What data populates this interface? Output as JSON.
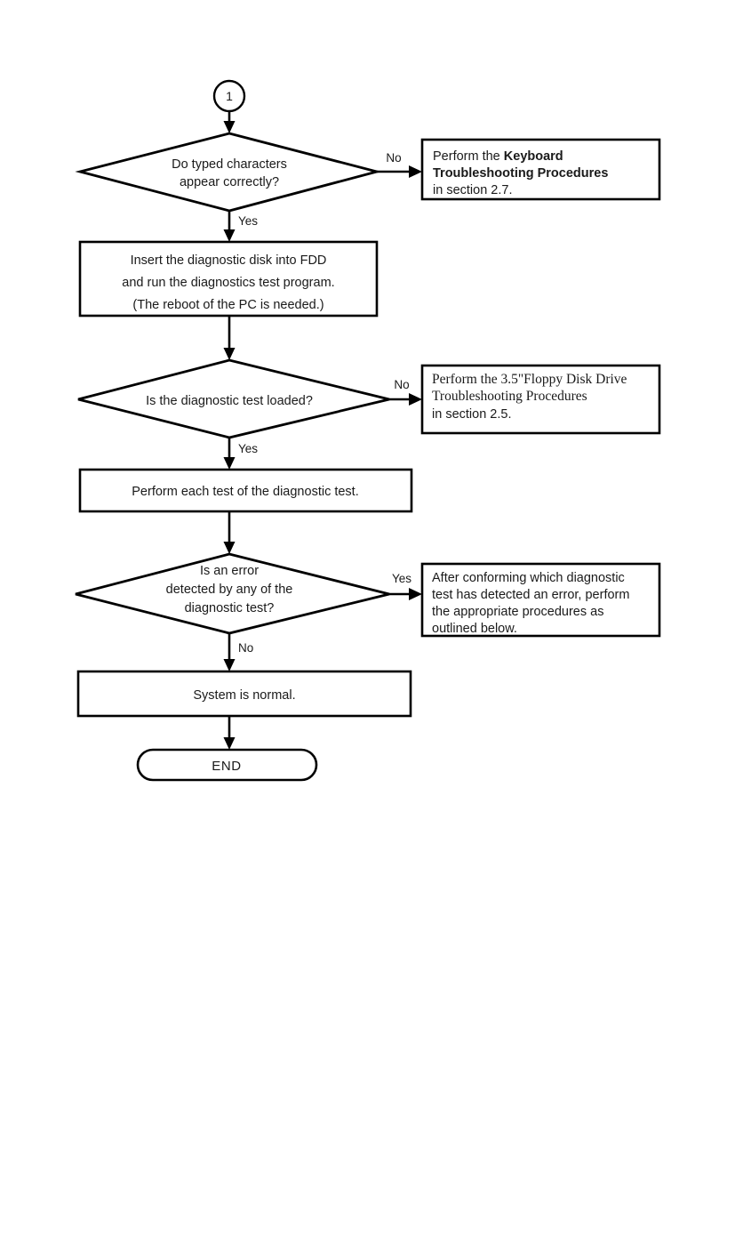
{
  "diagram": {
    "type": "flowchart",
    "title": "Diagnostic test troubleshooting flowchart",
    "connector_in": {
      "label": "1"
    },
    "nodes": {
      "decision_typed_chars": {
        "shape": "diamond",
        "lines": [
          "Do typed characters",
          "appear correctly?"
        ],
        "branch_right": "No",
        "branch_down": "Yes"
      },
      "box_keyboard_procedures": {
        "shape": "process",
        "line1_plain": "Perform the ",
        "line1_bold": "Keyboard",
        "line2_bold": "Troubleshooting Procedures",
        "line3_plain": "in section 2.7."
      },
      "box_insert_disk": {
        "shape": "process",
        "lines": [
          "Insert the diagnostic disk into FDD",
          "and run the diagnostics test program.",
          "(The reboot of the PC is needed.)"
        ]
      },
      "decision_test_loaded": {
        "shape": "diamond",
        "lines": [
          "Is the diagnostic test loaded?"
        ],
        "branch_right": "No",
        "branch_down": "Yes"
      },
      "box_fdd_procedures": {
        "shape": "process",
        "line1": "Perform the 3.5\"Floppy Disk Drive",
        "line2": "Troubleshooting Procedures",
        "line3": "in section 2.5."
      },
      "box_perform_each_test": {
        "shape": "process",
        "lines": [
          "Perform each test of the diagnostic test."
        ]
      },
      "decision_error_detected": {
        "shape": "diamond",
        "lines": [
          "Is an error",
          "detected by any of the",
          "diagnostic test?"
        ],
        "branch_right": "Yes",
        "branch_down": "No"
      },
      "box_after_conforming": {
        "shape": "process",
        "lines": [
          "After conforming which diagnostic",
          "test has detected an error, perform",
          "the appropriate procedures as",
          "outlined below."
        ]
      },
      "box_system_normal": {
        "shape": "process",
        "lines": [
          "System is normal."
        ]
      },
      "terminator_end": {
        "shape": "terminator",
        "label": "END"
      }
    },
    "colors": {
      "stroke": "#000000",
      "fill": "#ffffff",
      "text": "#1a1a1a",
      "page_background": "#ffffff"
    }
  }
}
